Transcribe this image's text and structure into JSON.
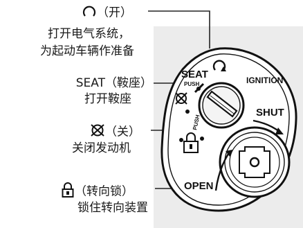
{
  "labels": {
    "on": {
      "mode": "（开）",
      "desc_line1": "打开电气系统，",
      "desc_line2": "为起动车辆作准备"
    },
    "seat": {
      "mode": "SEAT（鞍座）",
      "desc": "打开鞍座"
    },
    "off": {
      "mode": "（关）",
      "desc": "关闭发动机"
    },
    "lock": {
      "mode": "（转向锁）",
      "desc": "锁住转向装置"
    }
  },
  "switch_text": {
    "seat": "SEAT",
    "push_top": "PUSH",
    "ignition": "IGNITION",
    "push_mid": "PUSH",
    "shut": "SHUT",
    "open": "OPEN"
  },
  "colors": {
    "panel": "#ececec",
    "ink": "#111111",
    "line": "#222222"
  }
}
